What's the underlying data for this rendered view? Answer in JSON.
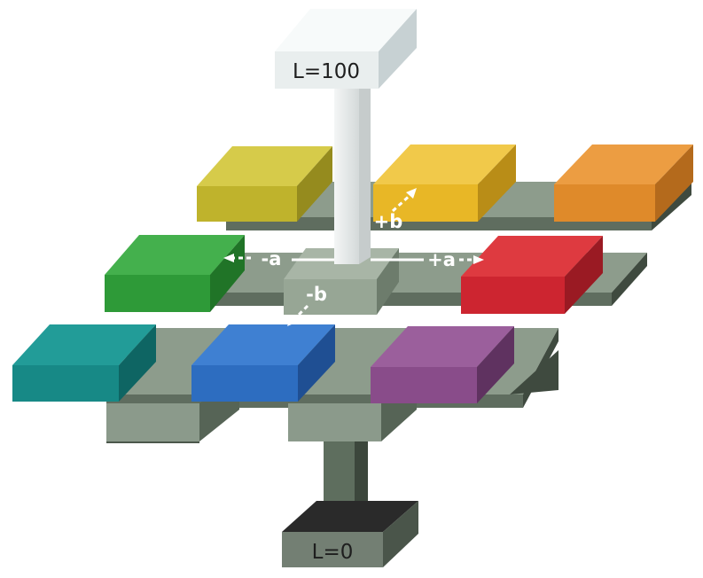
{
  "labels": {
    "top": "L=100",
    "bottom": "L=0",
    "plus_a": "+a",
    "minus_a": "-a",
    "plus_b": "+b",
    "minus_b": "-b"
  },
  "colors": {
    "frame": "#8c9c8c",
    "yellow_green": "#c0b52e",
    "yellow": "#e9b928",
    "orange": "#de8a2c",
    "green": "#2f9e3a",
    "red": "#cf2831",
    "teal": "#188a88",
    "blue": "#2f6fc2",
    "purple": "#8a4e8a",
    "white": "#f2f6f7",
    "black": "#232323"
  }
}
